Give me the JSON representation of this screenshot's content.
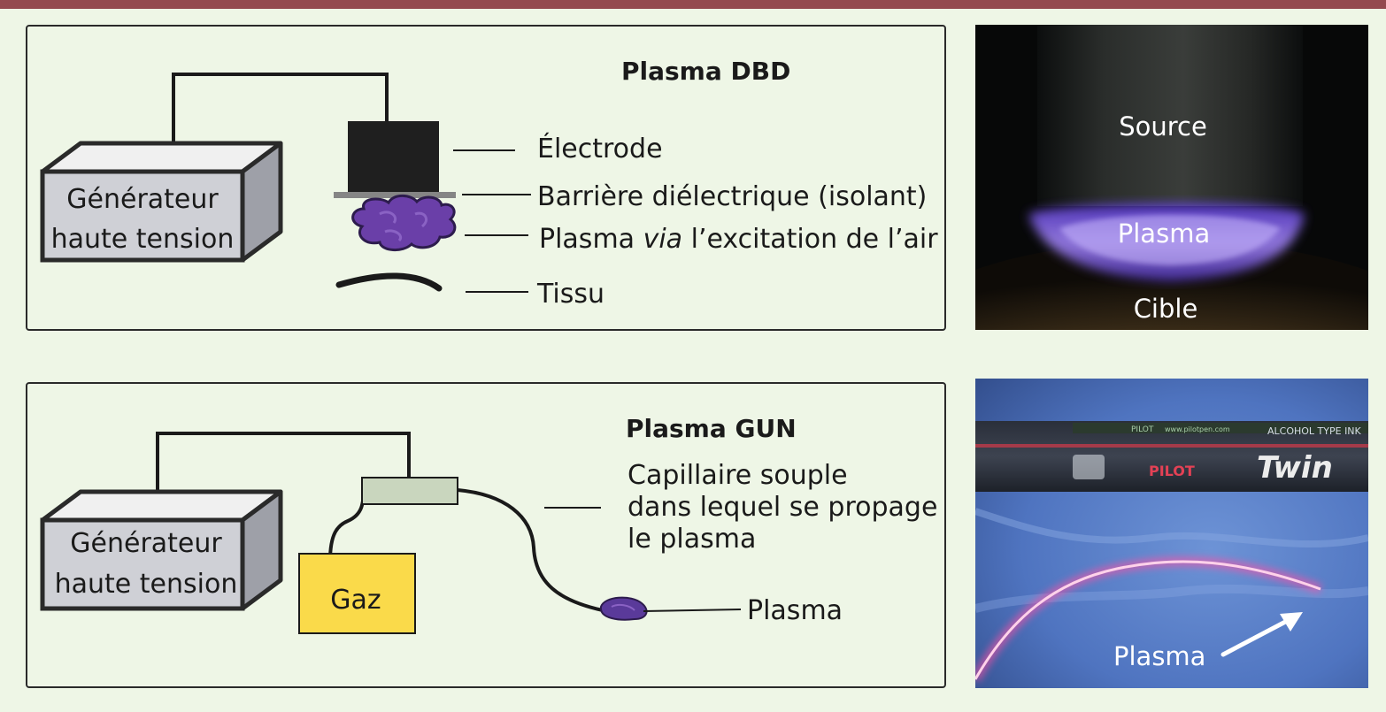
{
  "dbd": {
    "title": "Plasma DBD",
    "generator_line1": "Générateur",
    "generator_line2": "haute tension",
    "electrode_label": "Électrode",
    "barrier_label": "Barrière diélectrique (isolant)",
    "plasma_label_prefix": "Plasma ",
    "plasma_label_italic": "via",
    "plasma_label_suffix": " l’excitation de l’air",
    "tissue_label": "Tissu",
    "photo": {
      "source_label": "Source",
      "plasma_label": "Plasma",
      "target_label": "Cible"
    }
  },
  "gun": {
    "title": "Plasma GUN",
    "generator_line1": "Générateur",
    "generator_line2": "haute tension",
    "gas_label": "Gaz",
    "capillary_line1": "Capillaire souple",
    "capillary_line2": "dans lequel se propage",
    "capillary_line3": "le plasma",
    "plasma_label": "Plasma",
    "photo": {
      "plasma_label": "Plasma",
      "pen_brand": "PILOT",
      "pen_url": "www.pilotpen.com",
      "pen_ink": "ALCOHOL TYPE INK",
      "pen_model": "Twin"
    }
  },
  "colors": {
    "header_bar": "#944a4f",
    "background": "#eef6e6",
    "plasma_purple": "#6a3fa8",
    "gas_yellow": "#fada4a",
    "capillary_green": "#c9d6be",
    "generator_grey": "#cfd0d6"
  }
}
